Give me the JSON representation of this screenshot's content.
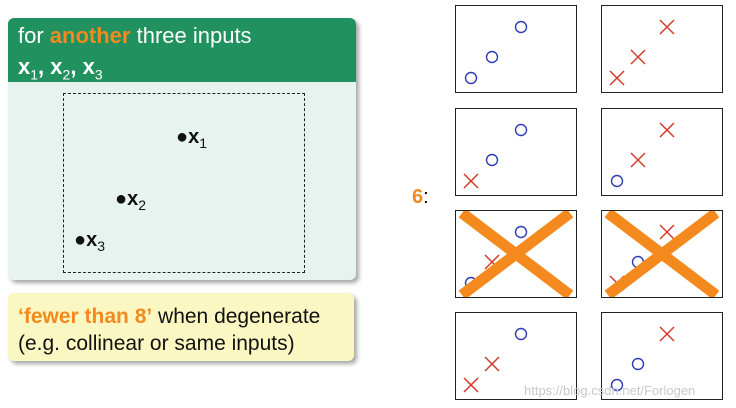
{
  "card": {
    "title_prefix": "for ",
    "title_highlight": "another",
    "title_suffix": " three inputs",
    "vars": {
      "x": "x",
      "s1": "1",
      "s2": "2",
      "s3": "3",
      "comma": ", "
    },
    "points": [
      {
        "label": "x",
        "sub": "1"
      },
      {
        "label": "x",
        "sub": "2"
      },
      {
        "label": "x",
        "sub": "3"
      }
    ]
  },
  "note": {
    "highlight": "‘fewer than 8’",
    "line1_rest": " when degenerate",
    "line2": "(e.g. collinear or same inputs)"
  },
  "count": {
    "number": "6",
    "colon": ":"
  },
  "panels": [
    {
      "labels": [
        "o",
        "o",
        "o"
      ],
      "crossed": false
    },
    {
      "labels": [
        "x",
        "x",
        "x"
      ],
      "crossed": false
    },
    {
      "labels": [
        "x",
        "o",
        "o"
      ],
      "crossed": false
    },
    {
      "labels": [
        "o",
        "x",
        "x"
      ],
      "crossed": false
    },
    {
      "labels": [
        "o",
        "x",
        "o"
      ],
      "crossed": true
    },
    {
      "labels": [
        "x",
        "o",
        "x"
      ],
      "crossed": true
    },
    {
      "labels": [
        "x",
        "x",
        "o"
      ],
      "crossed": false
    },
    {
      "labels": [
        "o",
        "o",
        "x"
      ],
      "crossed": false
    }
  ],
  "colors": {
    "green": "#20915f",
    "orange": "#f48a1e",
    "blue": "#2b3cb4",
    "red": "#d43a2a"
  },
  "watermark": "https://blog.csdn.net/Forlogen"
}
